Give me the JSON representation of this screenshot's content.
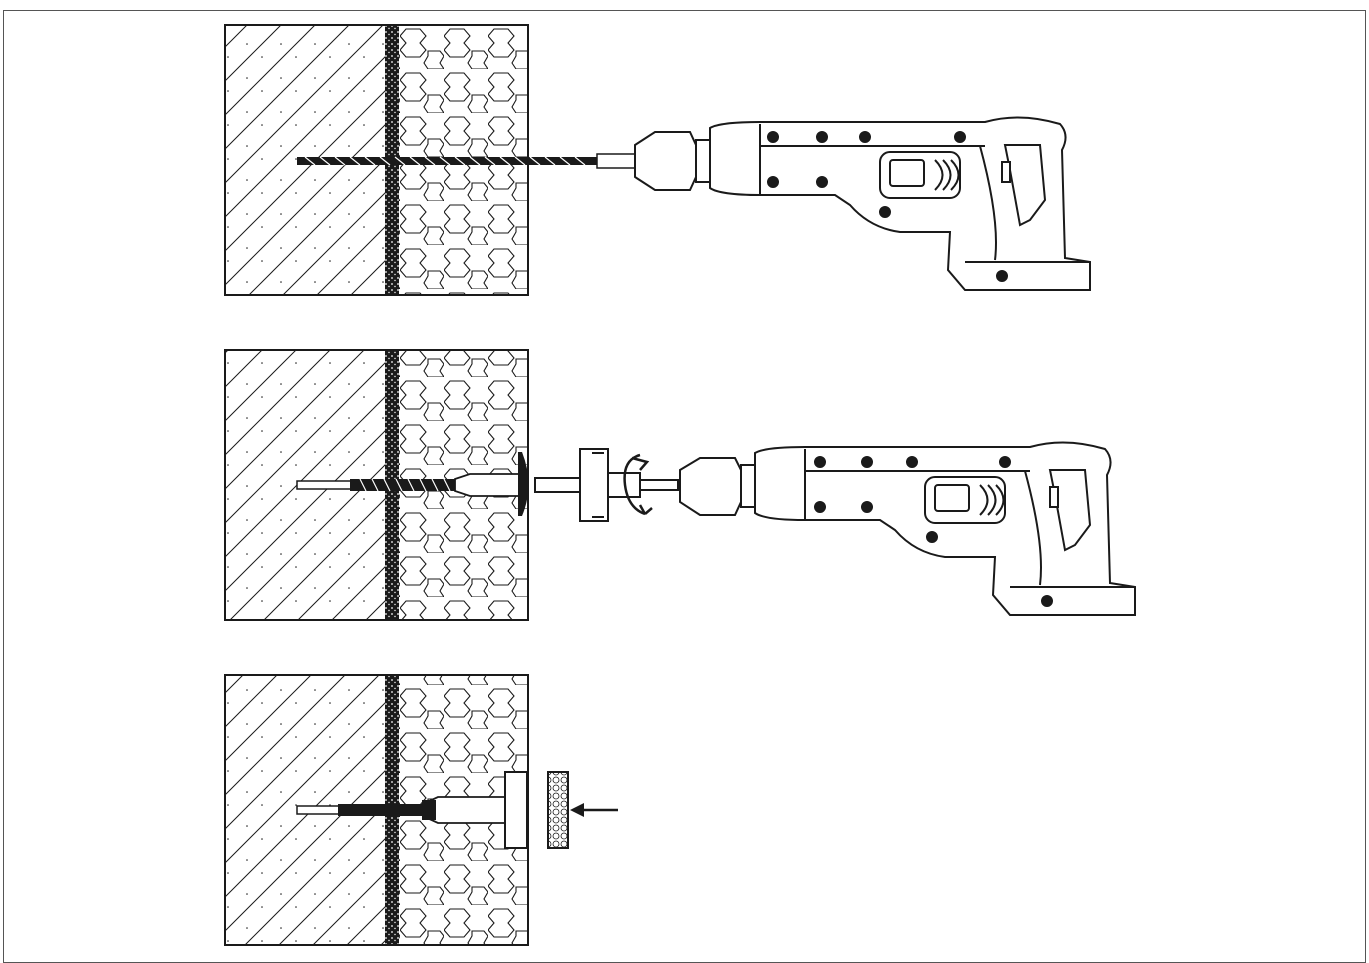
{
  "diagram": {
    "type": "installation-steps",
    "steps": [
      {
        "id": "step-1",
        "action": "drill-hole",
        "tool": "drill-icon",
        "component": "drill-bit-icon"
      },
      {
        "id": "step-2",
        "action": "screw-anchor-with-setting-tool",
        "tool": "drill-icon",
        "component": "setting-tool-icon",
        "indicator": "rotation-arrow-icon"
      },
      {
        "id": "step-3",
        "action": "insert-plug",
        "component": "insulation-plug-icon",
        "indicator": "insert-arrow-icon"
      }
    ],
    "materials": [
      "concrete-hatch",
      "adhesive-layer",
      "insulation-pattern"
    ],
    "colors": {
      "line": "#1a1a1a",
      "background": "#ffffff"
    }
  }
}
